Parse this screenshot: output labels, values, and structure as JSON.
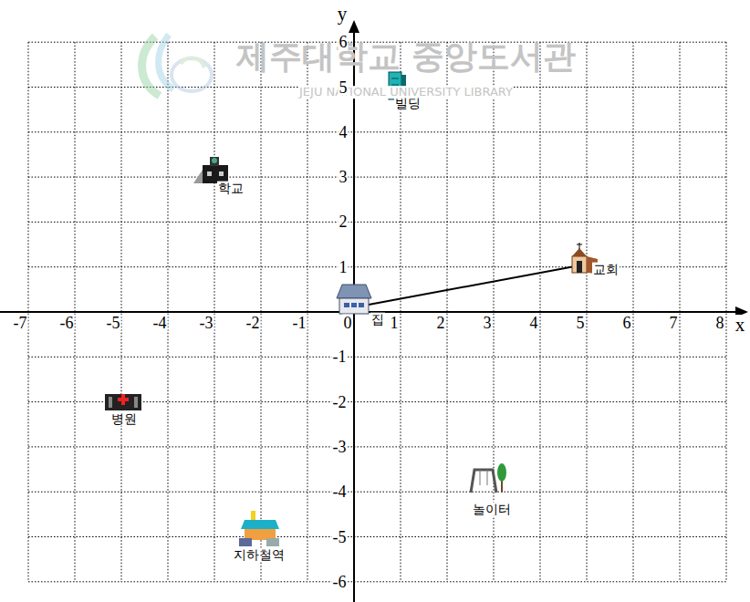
{
  "diagram": {
    "labels": [
      "제주대학교 중앙도서관",
      "JEJU NATIONAL UNIVERSITY LIBRARY",
      "y",
      "x",
      "-7",
      "-6",
      "-5",
      "-4",
      "-3",
      "-2",
      "-1",
      "0",
      "1",
      "2",
      "3",
      "4",
      "5",
      "6",
      "7",
      "8",
      "6",
      "5",
      "4",
      "3",
      "2",
      "1",
      "-1",
      "-2",
      "-3",
      "-4",
      "-5",
      "-6",
      "빌딩",
      "학교",
      "교회",
      "집",
      "병원",
      "지하철역",
      "놀이터"
    ]
  }
}
